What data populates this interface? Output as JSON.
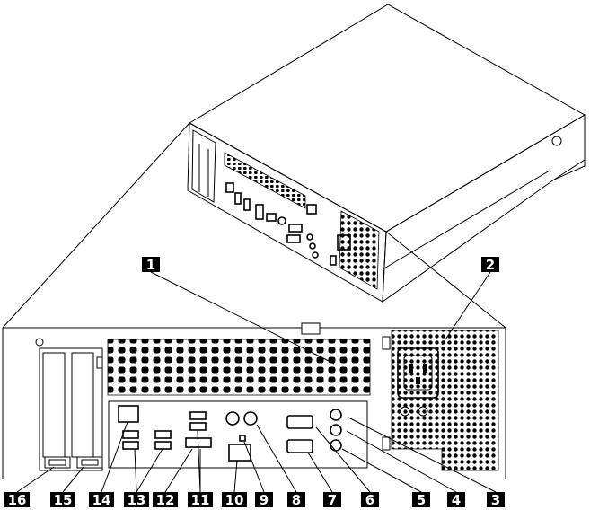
{
  "figure": {
    "description_colors": {
      "ink": "#000000",
      "paper": "#ffffff"
    },
    "callouts": [
      {
        "id": "c1",
        "text": "1"
      },
      {
        "id": "c2",
        "text": "2"
      },
      {
        "id": "c3",
        "text": "3"
      },
      {
        "id": "c4",
        "text": "4"
      },
      {
        "id": "c5",
        "text": "5"
      },
      {
        "id": "c6",
        "text": "6"
      },
      {
        "id": "c7",
        "text": "7"
      },
      {
        "id": "c8",
        "text": "8"
      },
      {
        "id": "c9",
        "text": "9"
      },
      {
        "id": "c10",
        "text": "10"
      },
      {
        "id": "c11",
        "text": "11"
      },
      {
        "id": "c12",
        "text": "12"
      },
      {
        "id": "c13",
        "text": "13"
      },
      {
        "id": "c14",
        "text": "14"
      },
      {
        "id": "c15",
        "text": "15"
      },
      {
        "id": "c16",
        "text": "16"
      }
    ]
  }
}
